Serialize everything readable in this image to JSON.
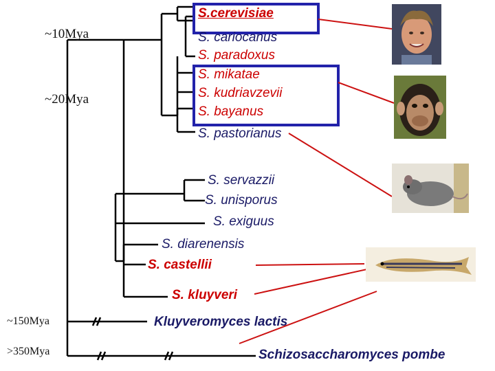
{
  "age_labels": {
    "mya_10": "~10Mya",
    "mya_20": "~20Mya",
    "mya_150": "~150Mya",
    "mya_350": ">350Mya"
  },
  "species": {
    "cerevisiae": "S.cerevisiae",
    "cariocanus": "S. cariocanus",
    "paradoxus": "S. paradoxus",
    "mikatae": "S. mikatae",
    "kudriavzevii": "S. kudriavzevii",
    "bayanus": "S. bayanus",
    "pastorianus": "S. pastorianus",
    "servazzii": "S. servazzii",
    "unisporus": "S. unisporus",
    "exiguus": "S. exiguus",
    "diarenensis": "S. diarenensis",
    "castellii": "S. castellii",
    "kluyveri": "S. kluyveri",
    "lactis": "Kluyveromyces lactis",
    "pombe": "Schizosaccharomyces pombe"
  },
  "photos": [
    "human-photo",
    "chimpanzee-photo",
    "mouse-photo",
    "zebrafish-photo"
  ],
  "colors": {
    "tree": "#000000",
    "highlight_box": "#2222aa",
    "connector": "#cc1111",
    "label_red": "#cc0000"
  }
}
